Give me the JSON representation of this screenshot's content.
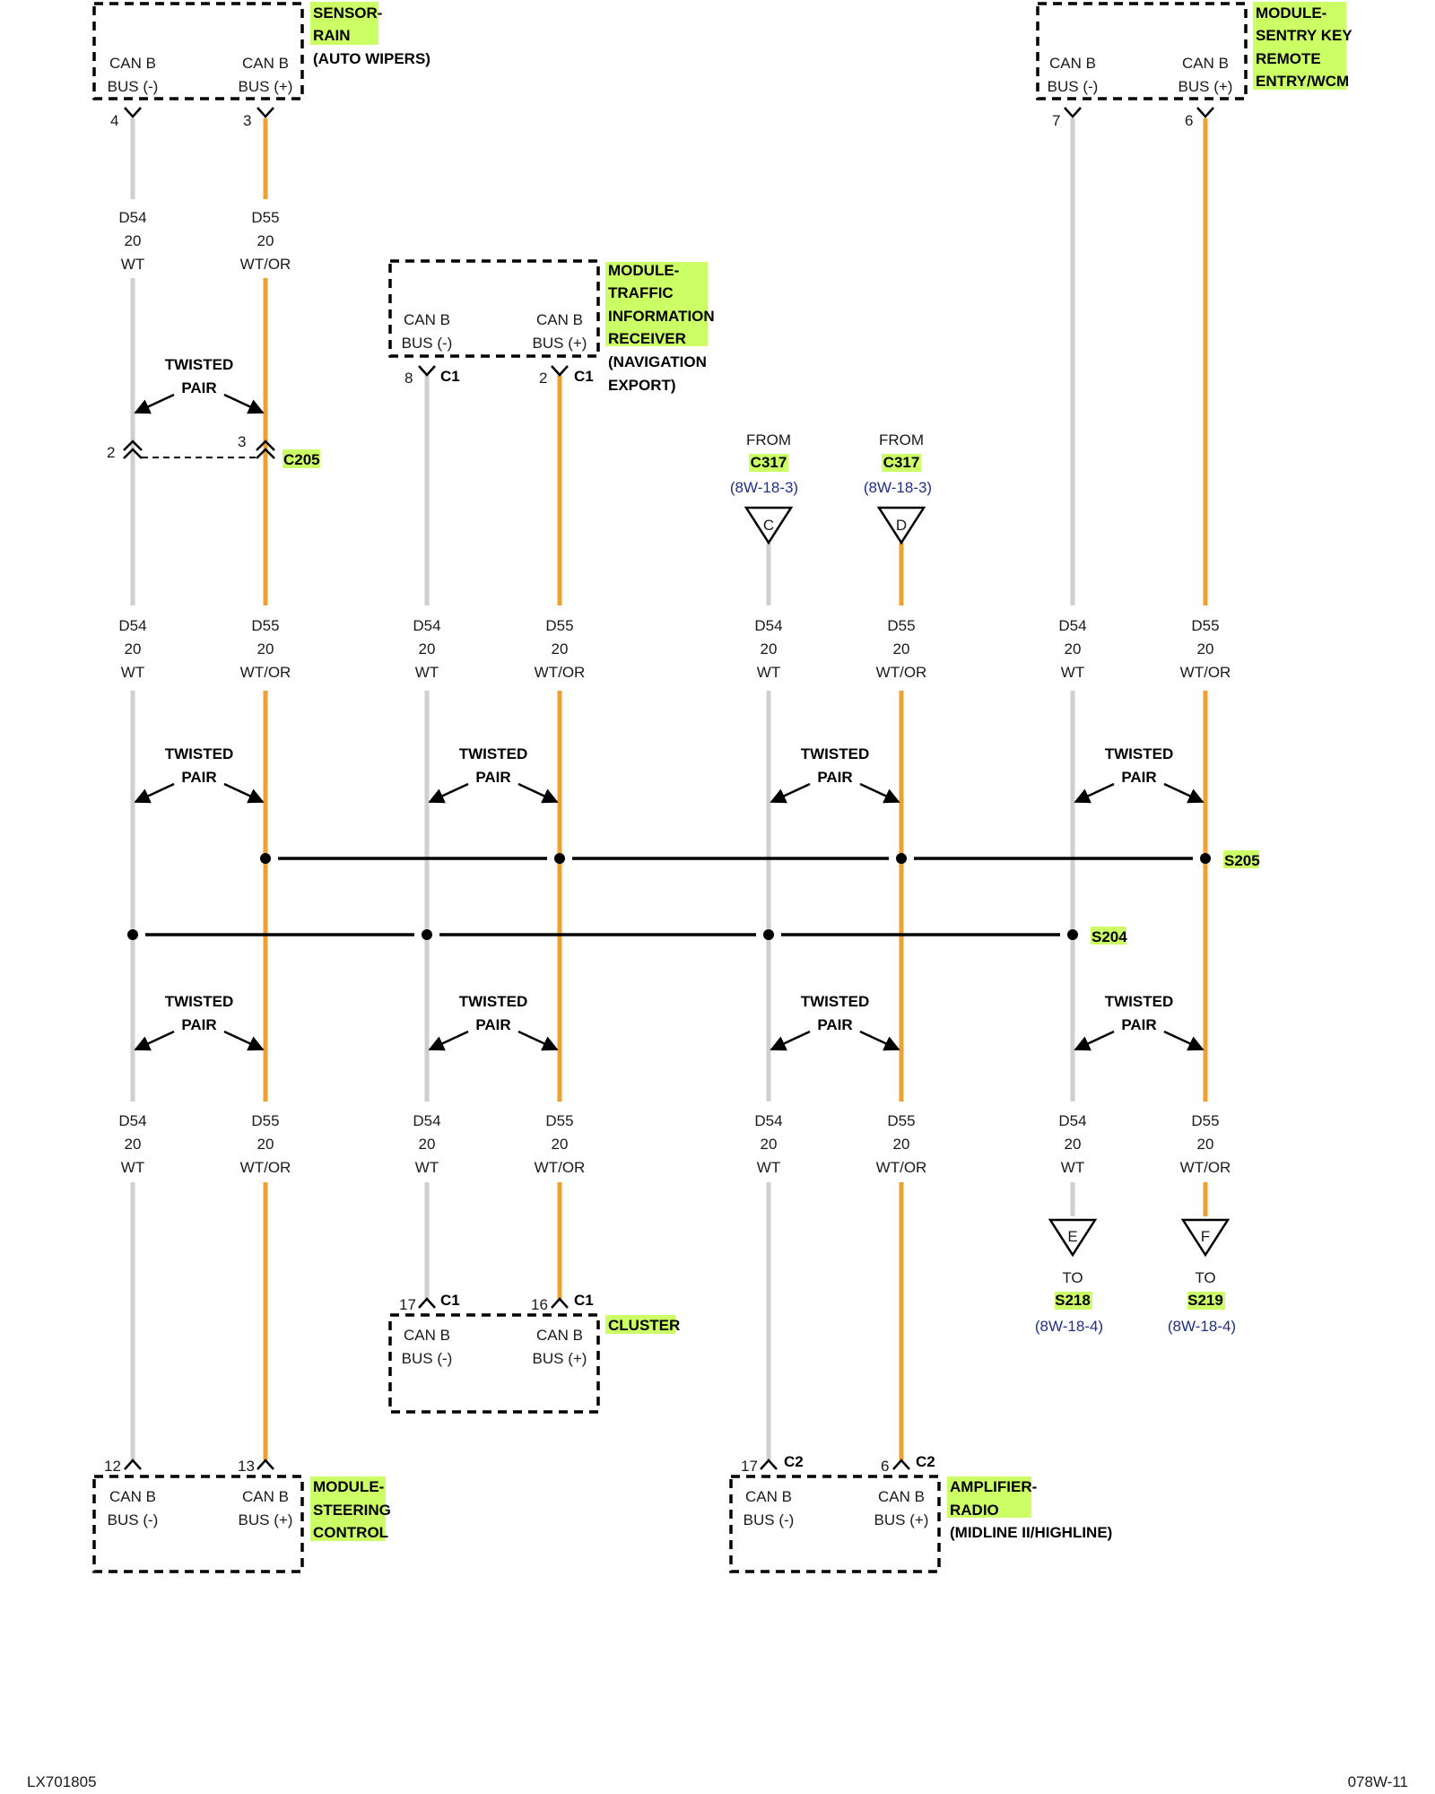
{
  "wire": {
    "neg_circuit": "D54",
    "pos_circuit": "D55",
    "gauge": "20",
    "neg_color": "WT",
    "pos_color": "WT/OR",
    "neg_color_hex": "#cfcfcf",
    "pos_color_hex": "#f0a030"
  },
  "bus": {
    "neg": "BUS (-)",
    "pos": "BUS (+)",
    "can": "CAN B"
  },
  "twisted": {
    "line1": "TWISTED",
    "line2": "PAIR"
  },
  "modules": {
    "rain": {
      "line1": "SENSOR-",
      "line2": "RAIN",
      "sub": "(AUTO WIPERS)",
      "pin_neg": "4",
      "pin_pos": "3"
    },
    "sentry": {
      "line1": "MODULE-",
      "line2": "SENTRY KEY",
      "line3": "REMOTE",
      "line4": "ENTRY/WCM",
      "pin_neg": "7",
      "pin_pos": "6"
    },
    "traffic": {
      "line1": "MODULE-",
      "line2": "TRAFFIC",
      "line3": "INFORMATION",
      "line4": "RECEIVER",
      "sub1": "(NAVIGATION",
      "sub2": "EXPORT)",
      "pin_neg": "8",
      "pin_pos": "2",
      "conn": "C1"
    },
    "cluster": {
      "name": "CLUSTER",
      "pin_neg": "17",
      "pin_pos": "16",
      "conn": "C1"
    },
    "steering": {
      "line1": "MODULE-",
      "line2": "STEERING",
      "line3": "CONTROL",
      "pin_neg": "12",
      "pin_pos": "13"
    },
    "amplifier": {
      "line1": "AMPLIFIER-",
      "line2": "RADIO",
      "sub": "(MIDLINE II/HIGHLINE)",
      "pin_neg": "17",
      "pin_pos": "6",
      "conn": "C2"
    }
  },
  "c205": {
    "name": "C205",
    "pin_neg": "2",
    "pin_pos": "3"
  },
  "splices": {
    "s205": "S205",
    "s204": "S204"
  },
  "from": {
    "label": "FROM",
    "conn": "C317",
    "ref": "(8W-18-3)",
    "c": "C",
    "d": "D"
  },
  "to": {
    "label": "TO",
    "e": "E",
    "f": "F",
    "e_splice": "S218",
    "f_splice": "S219",
    "ref": "(8W-18-4)"
  },
  "footer": {
    "left": "LX701805",
    "right": "078W-11"
  }
}
